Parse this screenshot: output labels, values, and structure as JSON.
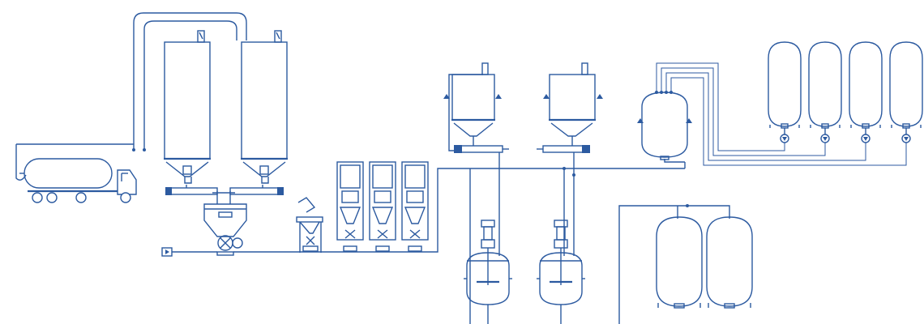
{
  "diagram": {
    "colors": {
      "line": "#2c5aa0",
      "background": "#ffffff"
    },
    "elements": [
      "tanker-truck",
      "storage-silo-1",
      "storage-silo-2",
      "screw-conveyors",
      "mixing-hopper",
      "bag-dump-station",
      "big-bag-stations",
      "weighing-hopper-1",
      "weighing-hopper-2",
      "jacketed-reactor-1",
      "jacketed-reactor-2",
      "pressure-vessel",
      "liquid-storage-tanks",
      "process-vessels",
      "pumps",
      "control-box"
    ],
    "control_box_icon": "play-icon"
  }
}
